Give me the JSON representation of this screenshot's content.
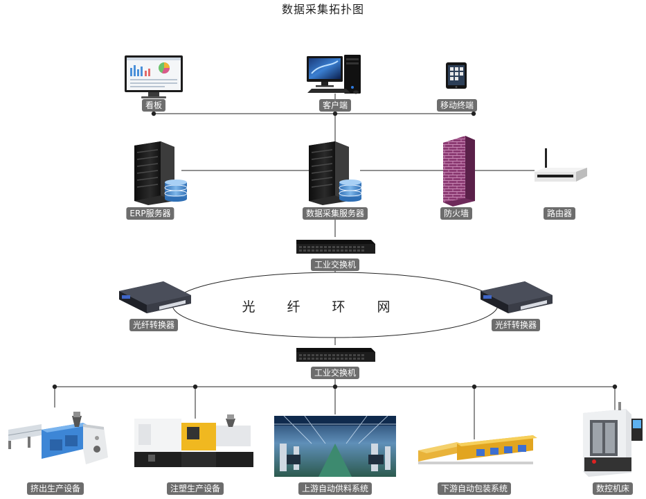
{
  "title": "数据采集拓扑图",
  "ring_label": "光 纤 环 网",
  "nodes": {
    "dashboard": "看板",
    "client": "客户端",
    "mobile": "移动终端",
    "erp_server": "ERP服务器",
    "collect_server": "数据采集服务器",
    "firewall": "防火墙",
    "router": "路由器",
    "switch_top": "工业交换机",
    "converter_left": "光纤转换器",
    "converter_right": "光纤转换器",
    "switch_bottom": "工业交换机",
    "extrusion": "挤出生产设备",
    "injection": "注塑生产设备",
    "upstream": "上游自动供料系统",
    "downstream": "下游自动包装系统",
    "cnc": "数控机床"
  },
  "colors": {
    "line": "#222222",
    "label_bg": "#6d6d6d",
    "server": "#1c1c1c",
    "database": "#4a8fd0",
    "firewall": "#8b3a72",
    "switch": "#141414",
    "converter": "#3c3f48"
  }
}
